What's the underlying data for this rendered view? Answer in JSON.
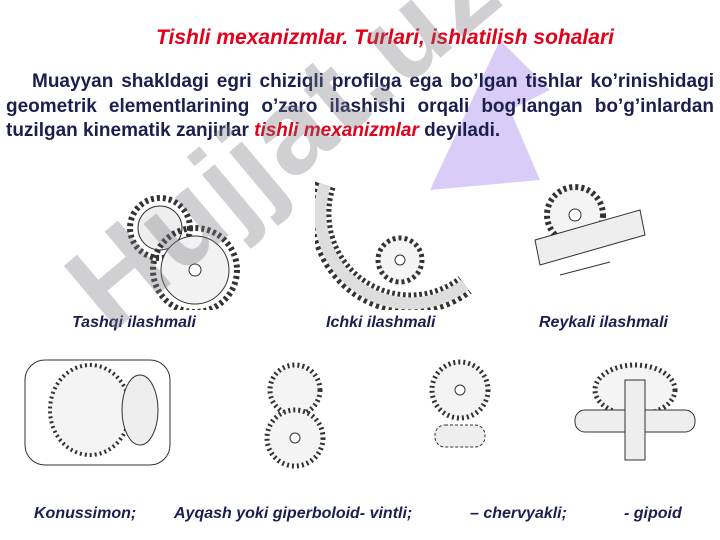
{
  "title": "Tishli mexanizmlar. Turlari, ishlatilish sohalari",
  "paragraph": {
    "text": "Muayyan shakldagi egri chiziqli profilga ega bo’lgan tishlar ko’rinishidagi geometrik elementlarining o’zaro ilashishi orqali bog’langan bo’g’inlardan tuzilgan kinematik zanjirlar ",
    "highlight": "tishli mexanizmlar",
    "tail": " deyiladi."
  },
  "top_labels": [
    "Tashqi ilashmali",
    "Ichki ilashmali",
    "Reykali ilashmali"
  ],
  "bottom_labels": [
    "Konussimon;",
    "Ayqash yoki giperboloid- vintli;",
    "– chervyakli;",
    "- gipoid"
  ],
  "watermark": "Hujjat.uz",
  "colors": {
    "title": "#e2001a",
    "text": "#1b1f4f",
    "watermark": "#b9a7f0"
  }
}
